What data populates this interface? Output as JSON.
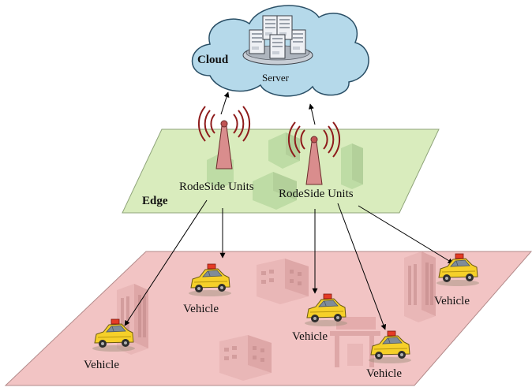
{
  "diagram": {
    "cloud": {
      "title": "Cloud",
      "server_label": "Server"
    },
    "edge": {
      "title": "Edge",
      "rsu_left_label": "RodeSide Units",
      "rsu_right_label": "RodeSide Units"
    },
    "vehicles": [
      {
        "label": "Vehicle"
      },
      {
        "label": "Vehicle"
      },
      {
        "label": "Vehicle"
      },
      {
        "label": "Vehicle"
      },
      {
        "label": "Vehicle"
      }
    ]
  },
  "colors": {
    "cloud_fill": "#b5d9ea",
    "cloud_stroke": "#2a4f66",
    "edge_plane": "#d9ecbd",
    "vehicle_plane": "#f2c4c4",
    "tower": "#d98d8d",
    "signal": "#8e1b1b",
    "taxi": "#f6d029",
    "taxi_sign": "#e53b26"
  }
}
